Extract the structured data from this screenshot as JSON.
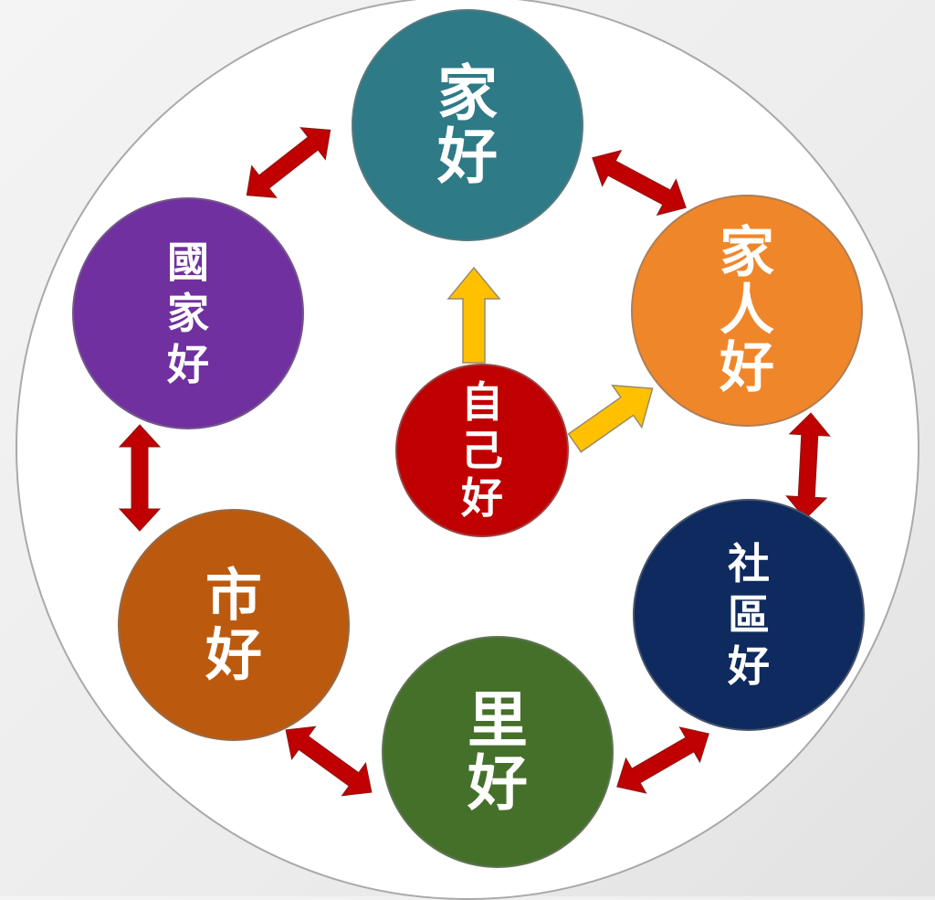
{
  "diagram": {
    "center": {
      "label": [
        "自",
        "己",
        "好"
      ],
      "color": "#C00000"
    },
    "nodes": [
      {
        "id": "family-good",
        "label": [
          "家",
          "好"
        ],
        "color": "#2E7A87"
      },
      {
        "id": "family-members-good",
        "label": [
          "家",
          "人",
          "好"
        ],
        "color": "#F0862A"
      },
      {
        "id": "community-good",
        "label": [
          "社",
          "區",
          "好"
        ],
        "color": "#0E2A5E"
      },
      {
        "id": "village-good",
        "label": [
          "里",
          "好"
        ],
        "color": "#45702A"
      },
      {
        "id": "city-good",
        "label": [
          "市",
          "好"
        ],
        "color": "#BB5A0E"
      },
      {
        "id": "nation-good",
        "label": [
          "國",
          "家",
          "好"
        ],
        "color": "#7030A0"
      }
    ],
    "colors": {
      "double_arrow": "#C00000",
      "single_arrow": "#FFC000",
      "outer_circle": "#FFFFFF",
      "outer_border": "#A9A9A9"
    }
  }
}
